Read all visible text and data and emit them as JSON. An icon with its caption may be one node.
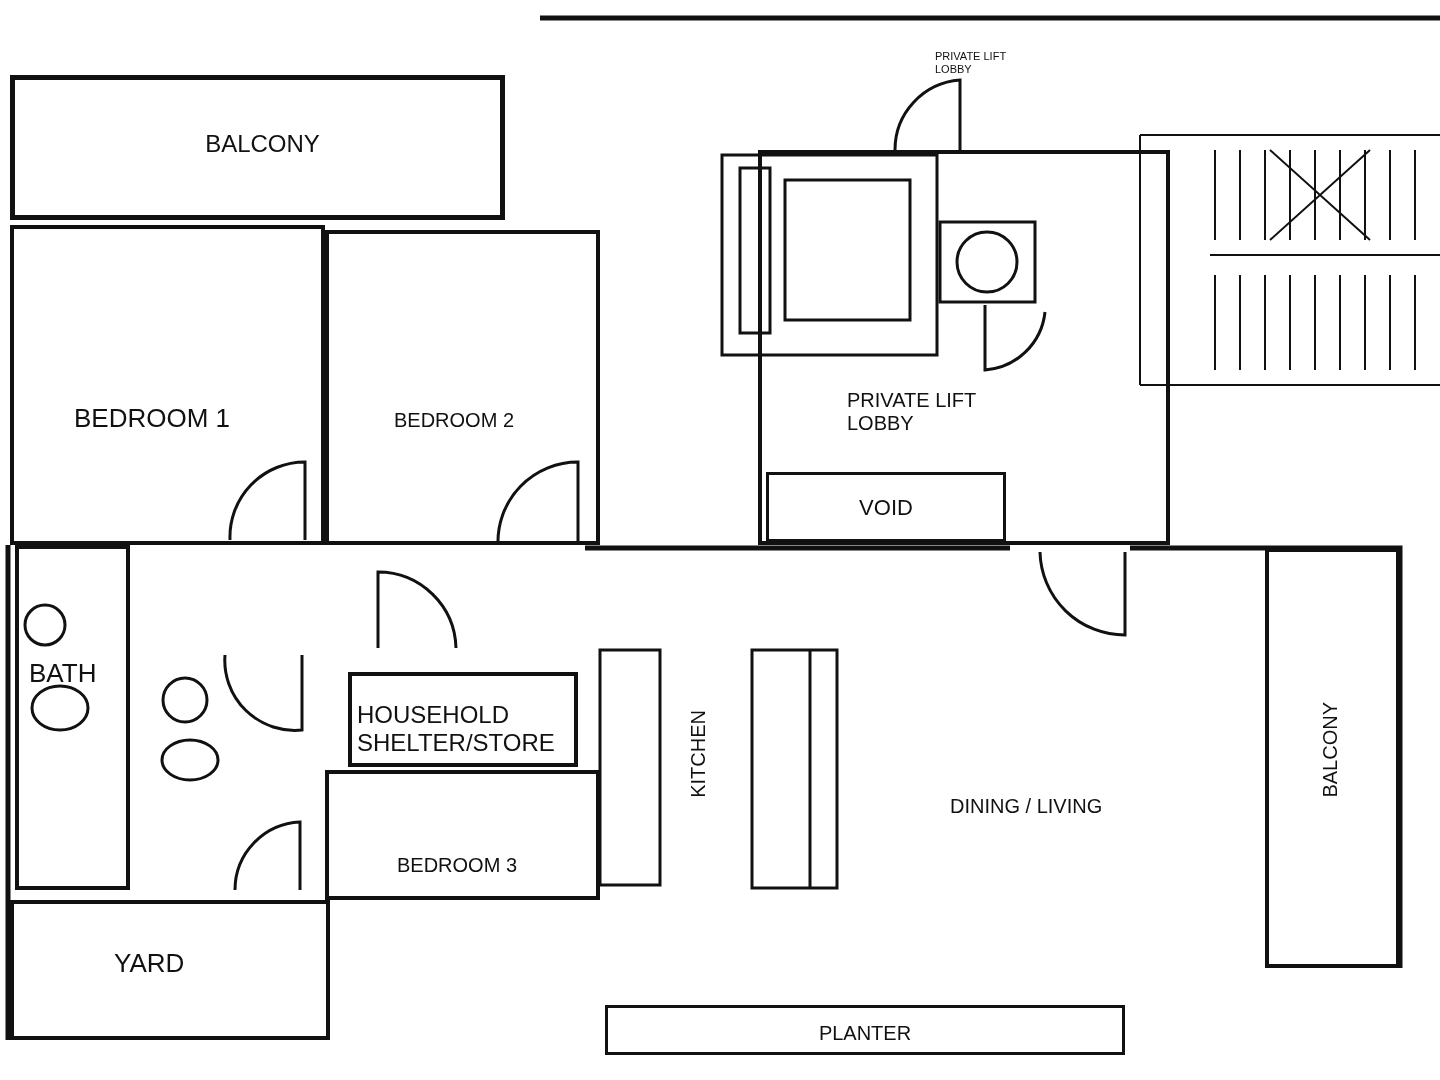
{
  "diagram": {
    "nodes": [
      {
        "text": [
          "BALCONY"
        ]
      },
      {
        "text": [
          "BEDROOM 1"
        ]
      },
      {
        "text": [
          "BEDROOM 2"
        ]
      },
      {
        "text": [
          "PRIVATE LIFT LOBBY"
        ]
      },
      {
        "text": [
          "PRIVATE LIFT LOBBY"
        ]
      },
      {
        "text": [
          "VOID"
        ],
        "in": 4
      },
      {
        "text": [
          "BATH"
        ]
      },
      {
        "text": [
          "HOUSEHOLD SHELTER/STORE"
        ]
      },
      {
        "text": [
          "KITCHEN"
        ]
      },
      {
        "text": [
          "DINING / LIVING"
        ]
      },
      {
        "text": [
          "BALCONY"
        ]
      },
      {
        "text": [
          "BEDROOM 3"
        ]
      },
      {
        "text": [
          "YARD"
        ]
      },
      {
        "text": [
          "PLANTER"
        ]
      }
    ]
  }
}
